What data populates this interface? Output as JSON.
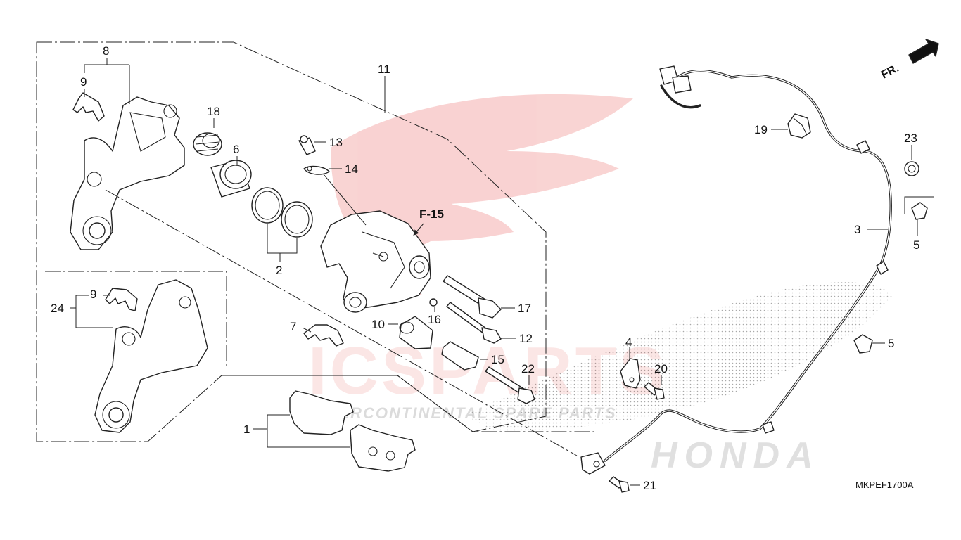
{
  "diagram": {
    "drawing_code": "MKPEF1700A",
    "reference": "F-15",
    "direction_label": "FR.",
    "watermark": {
      "brand": "ICSPARTS",
      "tagline": "INTERCONTINENTAL SPARE PARTS",
      "maker": "HONDA",
      "accent_color": "#e53935"
    },
    "callouts": [
      {
        "id": "c1",
        "text": "1"
      },
      {
        "id": "c2",
        "text": "2"
      },
      {
        "id": "c3",
        "text": "3"
      },
      {
        "id": "c4",
        "text": "4"
      },
      {
        "id": "c5a",
        "text": "5"
      },
      {
        "id": "c5b",
        "text": "5"
      },
      {
        "id": "c6",
        "text": "6"
      },
      {
        "id": "c7",
        "text": "7"
      },
      {
        "id": "c8",
        "text": "8"
      },
      {
        "id": "c9a",
        "text": "9"
      },
      {
        "id": "c9b",
        "text": "9"
      },
      {
        "id": "c10",
        "text": "10"
      },
      {
        "id": "c11",
        "text": "11"
      },
      {
        "id": "c12",
        "text": "12"
      },
      {
        "id": "c13",
        "text": "13"
      },
      {
        "id": "c14",
        "text": "14"
      },
      {
        "id": "c15",
        "text": "15"
      },
      {
        "id": "c16",
        "text": "16"
      },
      {
        "id": "c17",
        "text": "17"
      },
      {
        "id": "c18",
        "text": "18"
      },
      {
        "id": "c19",
        "text": "19"
      },
      {
        "id": "c20",
        "text": "20"
      },
      {
        "id": "c21",
        "text": "21"
      },
      {
        "id": "c22",
        "text": "22"
      },
      {
        "id": "c23",
        "text": "23"
      },
      {
        "id": "c24",
        "text": "24"
      }
    ]
  }
}
